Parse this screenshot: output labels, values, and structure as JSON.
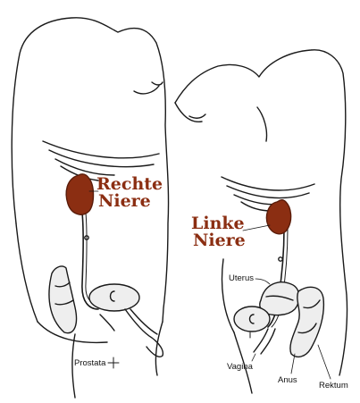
{
  "labels": {
    "rechte_niere_1": "Rechte",
    "rechte_niere_2": "Niere",
    "linke_niere_1": "Linke",
    "linke_niere_2": "Niere",
    "uterus": "Uterus",
    "prostata": "Prostata",
    "vagina": "Vagina",
    "anus": "Anus",
    "rektum": "Rektum"
  },
  "colors": {
    "kidney": "#8b2e12",
    "label_accent": "#8b2e12",
    "outline": "#1a1a1a",
    "organ_fill": "#eeeeee"
  }
}
